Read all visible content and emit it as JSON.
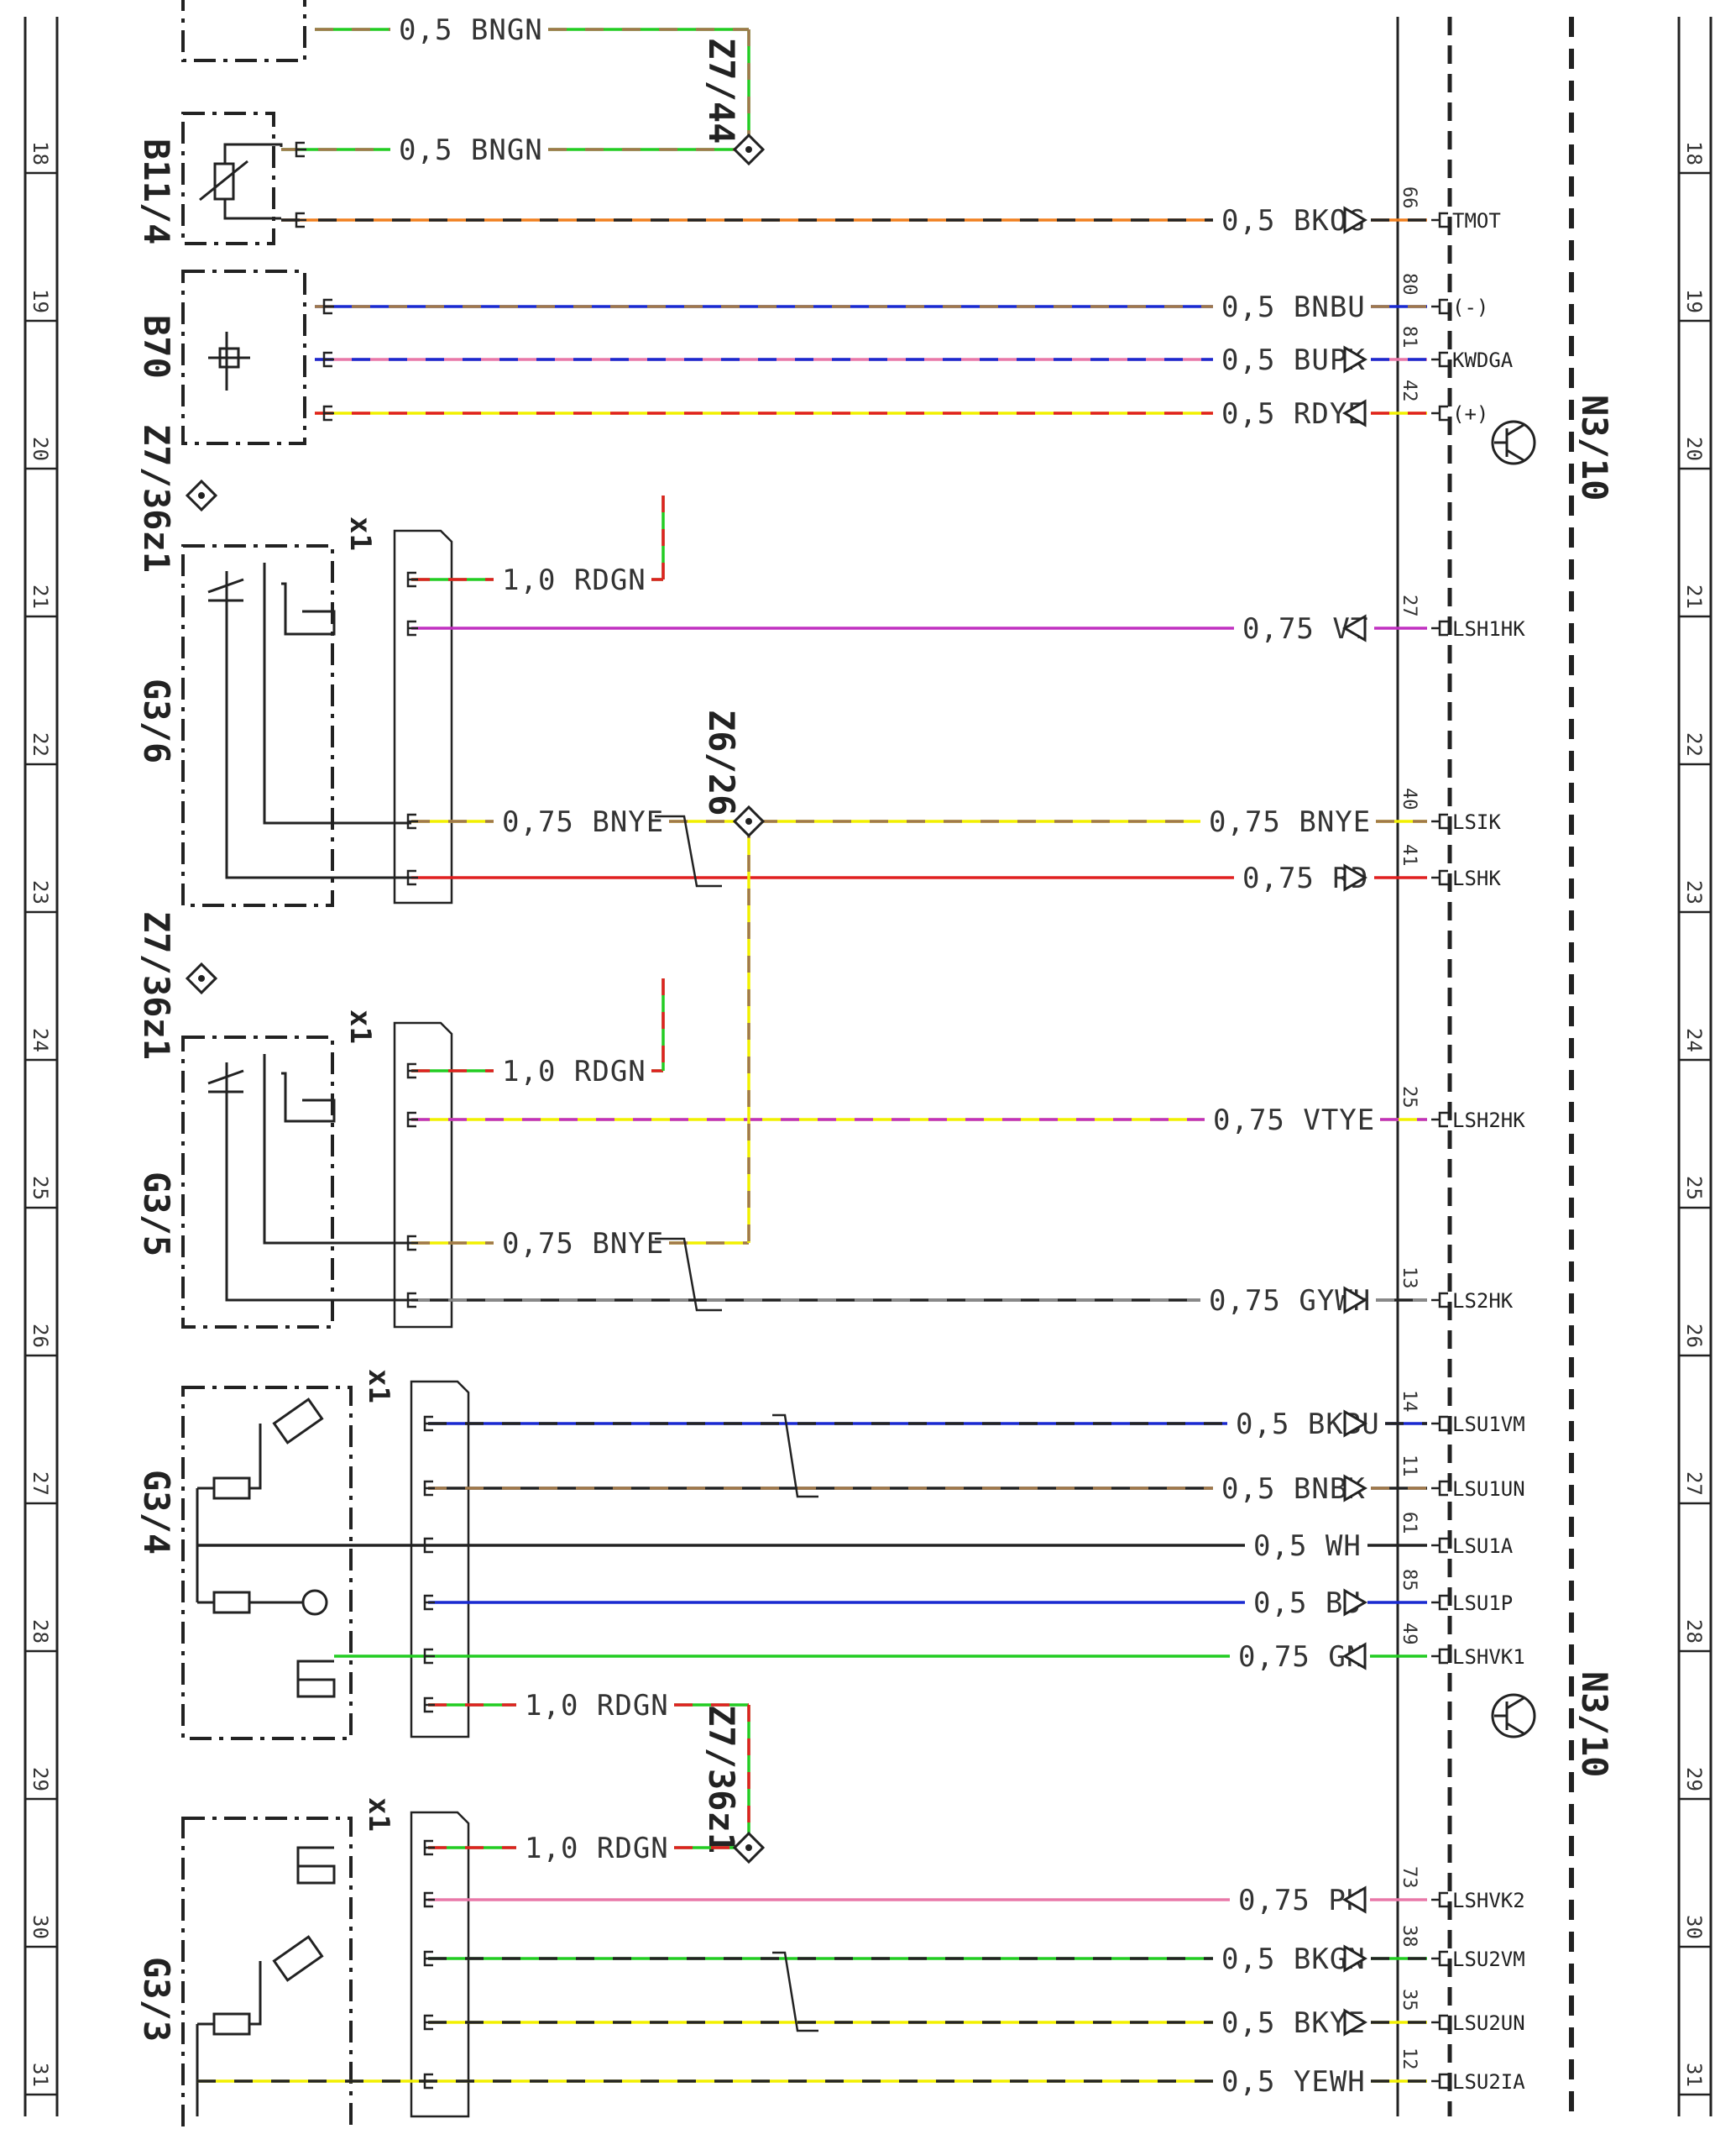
{
  "rows": [
    "18",
    "19",
    "20",
    "21",
    "22",
    "23",
    "24",
    "25",
    "26",
    "27",
    "28",
    "29",
    "30",
    "31"
  ],
  "ecu": {
    "label": "N3/10"
  },
  "components": [
    {
      "id": "B11/4",
      "label": "B11/4"
    },
    {
      "id": "B70",
      "label": "B70"
    },
    {
      "id": "Z7/36z1",
      "label": "Z7/36z1"
    },
    {
      "id": "G3/6",
      "label": "G3/6"
    },
    {
      "id": "G3/5",
      "label": "G3/5"
    },
    {
      "id": "G3/4",
      "label": "G3/4"
    },
    {
      "id": "G3/3",
      "label": "G3/3"
    },
    {
      "id": "Z7/44",
      "label": "Z7/44"
    },
    {
      "id": "Z6/26",
      "label": "Z6/26"
    },
    {
      "id": "x1",
      "label": "x1"
    }
  ],
  "wires": [
    {
      "label": "0,5 BNGN",
      "c1": "#a0784a",
      "c2": "#22cc22"
    },
    {
      "label": "0,5 BNGN",
      "c1": "#a0784a",
      "c2": "#22cc22"
    },
    {
      "label": "0,5 BKOG",
      "c1": "#222222",
      "c2": "#f08020",
      "ecu_pin": "66",
      "ecu_sig": "TMOT"
    },
    {
      "label": "0,5 BNBU",
      "c1": "#a0784a",
      "c2": "#1a2ad0",
      "ecu_pin": "80",
      "ecu_sig": "(-)"
    },
    {
      "label": "0,5 BUPK",
      "c1": "#1a2ad0",
      "c2": "#e878a8",
      "ecu_pin": "81",
      "ecu_sig": "KWDGA"
    },
    {
      "label": "0,5 RDYE",
      "c1": "#e02020",
      "c2": "#f2f000",
      "ecu_pin": "42",
      "ecu_sig": "(+)"
    },
    {
      "label": "1,0 RDGN",
      "c1": "#e02020",
      "c2": "#22cc22"
    },
    {
      "label": "0,75 VT",
      "c1": "#c030c0",
      "c2": "#c030c0",
      "ecu_pin": "27",
      "ecu_sig": "LSH1HK"
    },
    {
      "label": "0,75 BNYE",
      "c1": "#a0784a",
      "c2": "#f2f000"
    },
    {
      "label": "0,75 BNYE",
      "c1": "#a0784a",
      "c2": "#f2f000",
      "ecu_pin": "40",
      "ecu_sig": "LSIK"
    },
    {
      "label": "0,75 RD",
      "c1": "#e02020",
      "c2": "#e02020",
      "ecu_pin": "41",
      "ecu_sig": "LSHK"
    },
    {
      "label": "1,0 RDGN",
      "c1": "#e02020",
      "c2": "#22cc22"
    },
    {
      "label": "0,75 VTYE",
      "c1": "#c030c0",
      "c2": "#f2f000",
      "ecu_pin": "25",
      "ecu_sig": "LSH2HK"
    },
    {
      "label": "0,75 BNYE",
      "c1": "#a0784a",
      "c2": "#f2f000"
    },
    {
      "label": "0,75 GYWH",
      "c1": "#888888",
      "c2": "#222222",
      "ecu_pin": "13",
      "ecu_sig": "LS2HK"
    },
    {
      "label": "0,5 BKBU",
      "c1": "#222222",
      "c2": "#1a2ad0",
      "ecu_pin": "14",
      "ecu_sig": "LSU1VM"
    },
    {
      "label": "0,5 BNBK",
      "c1": "#a0784a",
      "c2": "#222222",
      "ecu_pin": "11",
      "ecu_sig": "LSU1UN"
    },
    {
      "label": "0,5 WH",
      "c1": "#222222",
      "c2": "#222222",
      "ecu_pin": "61",
      "ecu_sig": "LSU1A"
    },
    {
      "label": "0,5 BU",
      "c1": "#1a2ad0",
      "c2": "#1a2ad0",
      "ecu_pin": "85",
      "ecu_sig": "LSU1P"
    },
    {
      "label": "0,75 GN",
      "c1": "#22cc22",
      "c2": "#22cc22",
      "ecu_pin": "49",
      "ecu_sig": "LSHVK1"
    },
    {
      "label": "1,0 RDGN",
      "c1": "#e02020",
      "c2": "#22cc22"
    },
    {
      "label": "1,0 RDGN",
      "c1": "#e02020",
      "c2": "#22cc22"
    },
    {
      "label": "0,75 PK",
      "c1": "#e878a8",
      "c2": "#e878a8",
      "ecu_pin": "73",
      "ecu_sig": "LSHVK2"
    },
    {
      "label": "0,5 BKGN",
      "c1": "#222222",
      "c2": "#22cc22",
      "ecu_pin": "38",
      "ecu_sig": "LSU2VM"
    },
    {
      "label": "0,5 BKYE",
      "c1": "#222222",
      "c2": "#f2f000",
      "ecu_pin": "35",
      "ecu_sig": "LSU2UN"
    },
    {
      "label": "0,5 YEWH",
      "c1": "#222222",
      "c2": "#f2f000",
      "ecu_pin": "12",
      "ecu_sig": "LSU2IA"
    }
  ]
}
